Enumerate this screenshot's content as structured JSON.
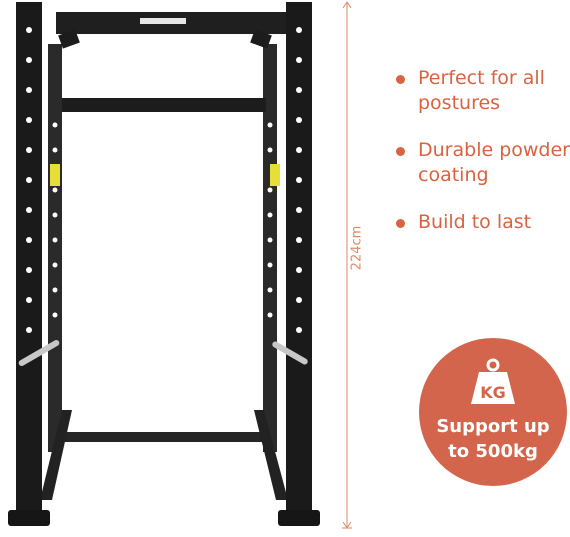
{
  "product_image": {
    "name": "power rack",
    "frame_color": "#1c1c1c",
    "accent_color": "#e6df3a"
  },
  "dimension": {
    "label": "224cm",
    "color": "#e08a64"
  },
  "features": [
    {
      "text": "Perfect for all postures"
    },
    {
      "text": "Durable powder coating"
    },
    {
      "text": "Build to last"
    }
  ],
  "capacity_badge": {
    "icon_label": "KG",
    "line1": "Support up",
    "line2": "to 500kg",
    "color": "#d2654c"
  }
}
